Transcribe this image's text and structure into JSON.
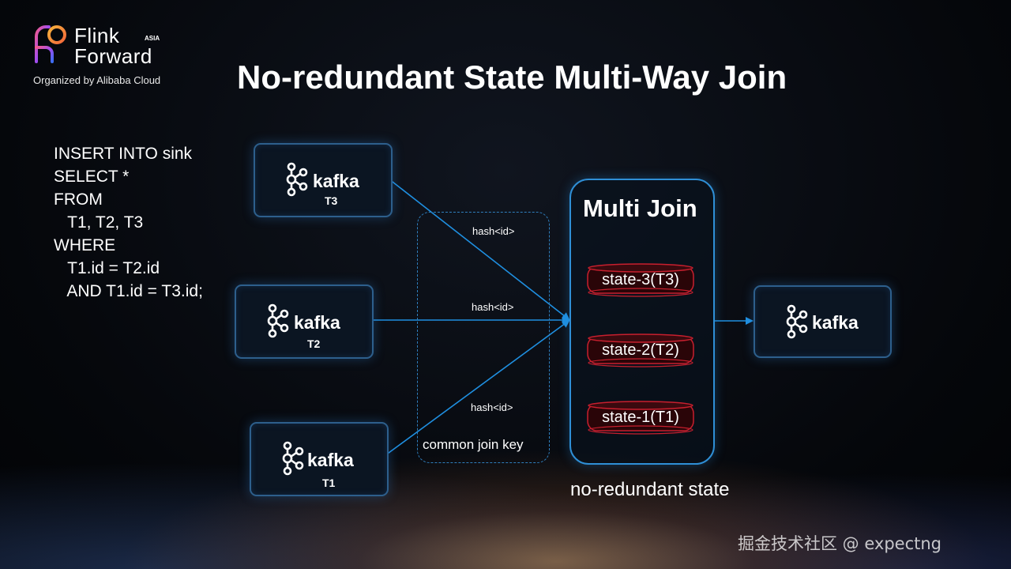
{
  "logo": {
    "line1": "Flink",
    "line2": "Forward",
    "badge": "ASIA",
    "organizer": "Organized by Alibaba Cloud"
  },
  "title": "No-redundant State Multi-Way Join",
  "sql": [
    "INSERT INTO sink",
    "SELECT *",
    "FROM",
    "   T1, T2, T3",
    "WHERE",
    "   T1.id = T2.id",
    "   AND T1.id = T3.id;"
  ],
  "sources": [
    {
      "word": "kafka",
      "sub": "T3"
    },
    {
      "word": "kafka",
      "sub": "T2"
    },
    {
      "word": "kafka",
      "sub": "T1"
    }
  ],
  "sink": {
    "word": "kafka"
  },
  "hash_labels": [
    "hash<id>",
    "hash<id>",
    "hash<id>"
  ],
  "common_key_label": "common join key",
  "multi_join": {
    "title": "Multi Join",
    "states": [
      "state-3(T3)",
      "state-2(T2)",
      "state-1(T1)"
    ]
  },
  "footer_label": "no-redundant state",
  "watermark": "掘金技术社区 @ expectng",
  "colors": {
    "box_border": "#2d5f8c",
    "arrow": "#1f8fe0",
    "state_red": "#c81f2e",
    "multijoin_border": "#2f8fd6"
  },
  "icon": "kafka-icon"
}
